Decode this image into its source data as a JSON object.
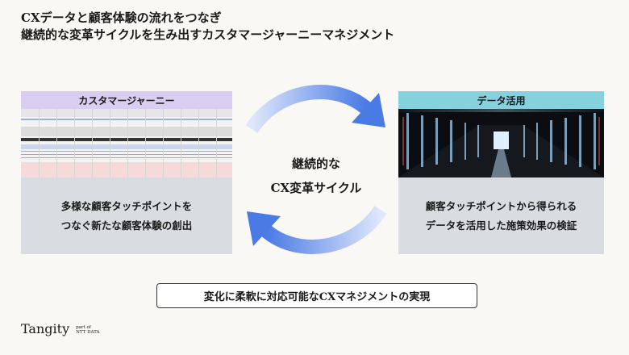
{
  "title": {
    "line1": "CXデータと顧客体験の流れをつなぎ",
    "line2": "継続的な変革サイクルを生み出すカスタマージャーニーマネジメント"
  },
  "left_panel": {
    "header": "カスタマージャーニー",
    "caption_line1": "多様な顧客タッチポイントを",
    "caption_line2": "つなぐ新たな顧客体験の創出",
    "header_color": "#d9cdf2"
  },
  "right_panel": {
    "header": "データ活用",
    "caption_line1": "顧客タッチポイントから得られる",
    "caption_line2": "データを活用した施策効果の検証",
    "header_color": "#86d1de"
  },
  "cycle": {
    "line1": "継続的な",
    "line2": "CX変革サイクル",
    "arrow_color": "#4f7fe6"
  },
  "banner": "変化に柔軟に対応可能なCXマネジメントの実現",
  "logo": {
    "name": "Tangity",
    "sub1": "part of",
    "sub2": "NTT DATA"
  }
}
